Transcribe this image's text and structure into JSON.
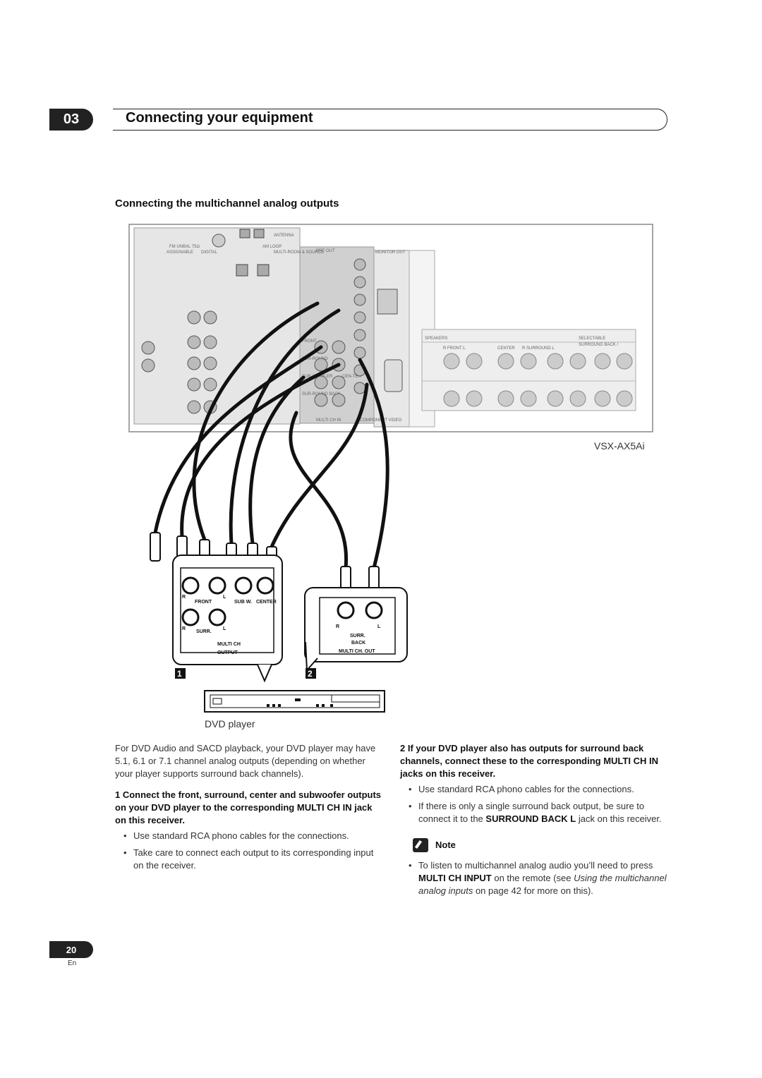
{
  "chapter": {
    "number": "03",
    "title": "Connecting your equipment"
  },
  "section_title": "Connecting the multichannel analog outputs",
  "diagram": {
    "model_label": "VSX-AX5Ai",
    "dvd_label": "DVD player",
    "rear_labels": {
      "antenna": "ANTENNA",
      "fm": "FM UNBAL 75Ω",
      "am": "AM LOOP",
      "assignable": "ASSIGNABLE",
      "digital": "DIGITAL",
      "multiroom": "MULTI-ROOM & SOURCE",
      "preout": "PRE OUT",
      "monitor_out": "MONITOR OUT",
      "speakers": "SPEAKERS",
      "selectable": "SELECTABLE",
      "surround_back": "SURROUND BACK /",
      "front_l": "R   FRONT   L",
      "center": "CENTER",
      "surround": "R   SURROUND   L",
      "multi_ch_in": "MULTI CH IN",
      "component_video": "COMPONENT VIDEO",
      "front": "FRONT",
      "surround_j": "SUR-ROUND",
      "subwoofer_j": "SUB-WOOF-ER",
      "center_j": "CEN-TER",
      "surround_back_j": "SUR-ROUND BACK"
    },
    "output1": {
      "r": "R",
      "l": "L",
      "front": "FRONT",
      "sub": "SUB W.",
      "center": "CENTER",
      "surr": "SURR.",
      "caption_1": "MULTI CH",
      "caption_2": "OUTPUT",
      "marker": "1"
    },
    "output2": {
      "r": "R",
      "l": "L",
      "surr": "SURR.",
      "back": "BACK",
      "caption": "MULTI CH. OUT",
      "marker": "2"
    }
  },
  "left_column": {
    "intro": "For DVD Audio and SACD playback, your DVD player may have 5.1, 6.1 or 7.1 channel analog outputs (depending on whether your player supports surround back channels).",
    "step1": "1   Connect the front, surround, center and subwoofer outputs on your DVD player to the corresponding MULTI CH IN jack on this receiver.",
    "step1_bullets": [
      "Use standard RCA phono cables for the connections.",
      "Take care to connect each output to its corresponding input on the receiver."
    ]
  },
  "right_column": {
    "step2": "2   If your DVD player also has outputs for surround back channels, connect these to the corresponding MULTI CH IN jacks on this receiver.",
    "step2_bullet1": "Use standard RCA phono cables for the connections.",
    "step2_bullet2_a": "If there is only a single surround back output, be sure to connect it to the ",
    "step2_bullet2_b": "SURROUND BACK L",
    "step2_bullet2_c": " jack on this receiver.",
    "note_title": "Note",
    "note_a": "To listen to multichannel analog audio you’ll need to press ",
    "note_b": "MULTI CH INPUT",
    "note_c": " on the remote (see ",
    "note_d": "Using the multichannel analog inputs",
    "note_e": " on page 42 for more on this)."
  },
  "footer": {
    "page": "20",
    "lang": "En"
  }
}
